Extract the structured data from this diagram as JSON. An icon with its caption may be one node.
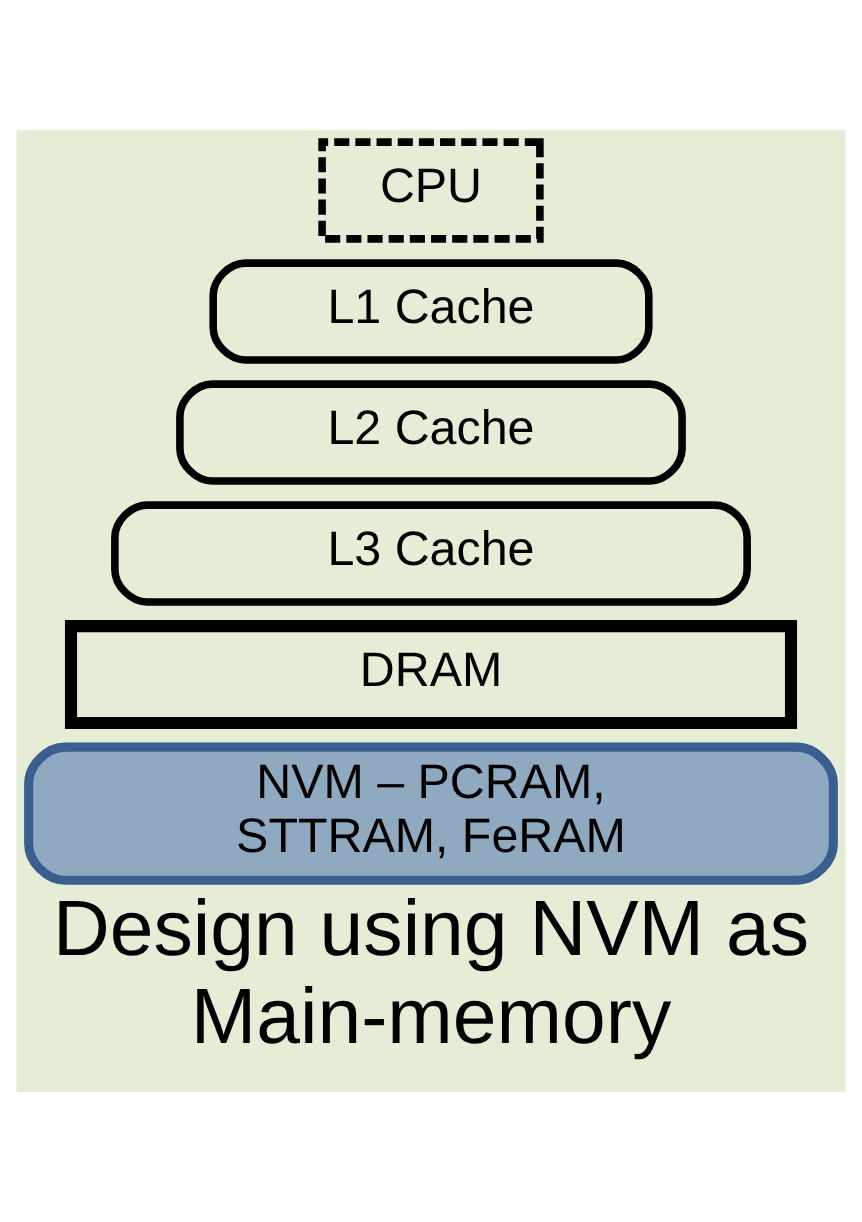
{
  "diagram": {
    "caption": "Design using NVM as Main-memory",
    "nodes": [
      {
        "text": [
          "CPU"
        ]
      },
      {
        "text": [
          "L1 Cache"
        ]
      },
      {
        "text": [
          "L2 Cache"
        ]
      },
      {
        "text": [
          "L3 Cache"
        ]
      },
      {
        "text": [
          "DRAM"
        ]
      },
      {
        "text": [
          "NVM – PCRAM, STTRAM, FeRAM"
        ]
      }
    ],
    "edges": []
  }
}
